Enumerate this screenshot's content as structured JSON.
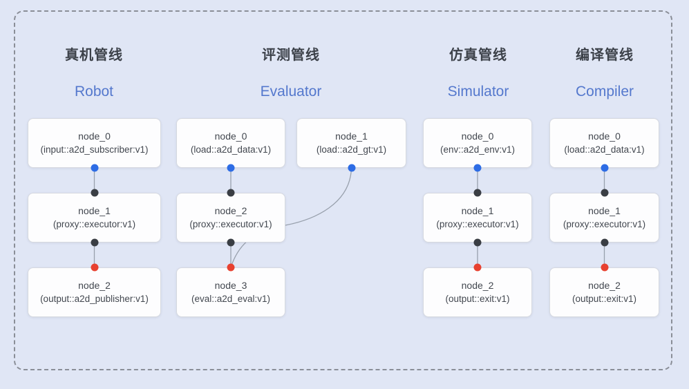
{
  "colors": {
    "background": "#e0e6f5",
    "frame_dash": "#8a8e97",
    "node_bg": "#fdfdfe",
    "node_border": "#d6d9e0",
    "title_zh": "#3c4149",
    "title_en": "#5478cd",
    "node_text": "#42474f",
    "edge": "#98a0ac",
    "port_blue": "#2d6ce5",
    "port_dark": "#3a3e44",
    "port_red": "#e84130"
  },
  "pipelines": [
    {
      "id": "robot",
      "title_zh": "真机管线",
      "title_en": "Robot",
      "nodes": [
        {
          "name": "node_0",
          "impl": "(input::a2d_subscriber:v1)"
        },
        {
          "name": "node_1",
          "impl": "(proxy::executor:v1)"
        },
        {
          "name": "node_2",
          "impl": "(output::a2d_publisher:v1)"
        }
      ]
    },
    {
      "id": "evaluator",
      "title_zh": "评测管线",
      "title_en": "Evaluator",
      "nodes": [
        {
          "name": "node_0",
          "impl": "(load::a2d_data:v1)"
        },
        {
          "name": "node_1",
          "impl": "(load::a2d_gt:v1)"
        },
        {
          "name": "node_2",
          "impl": "(proxy::executor:v1)"
        },
        {
          "name": "node_3",
          "impl": "(eval::a2d_eval:v1)"
        }
      ]
    },
    {
      "id": "simulator",
      "title_zh": "仿真管线",
      "title_en": "Simulator",
      "nodes": [
        {
          "name": "node_0",
          "impl": "(env::a2d_env:v1)"
        },
        {
          "name": "node_1",
          "impl": "(proxy::executor:v1)"
        },
        {
          "name": "node_2",
          "impl": "(output::exit:v1)"
        }
      ]
    },
    {
      "id": "compiler",
      "title_zh": "编译管线",
      "title_en": "Compiler",
      "nodes": [
        {
          "name": "node_0",
          "impl": "(load::a2d_data:v1)"
        },
        {
          "name": "node_1",
          "impl": "(proxy::executor:v1)"
        },
        {
          "name": "node_2",
          "impl": "(output::exit:v1)"
        }
      ]
    }
  ]
}
